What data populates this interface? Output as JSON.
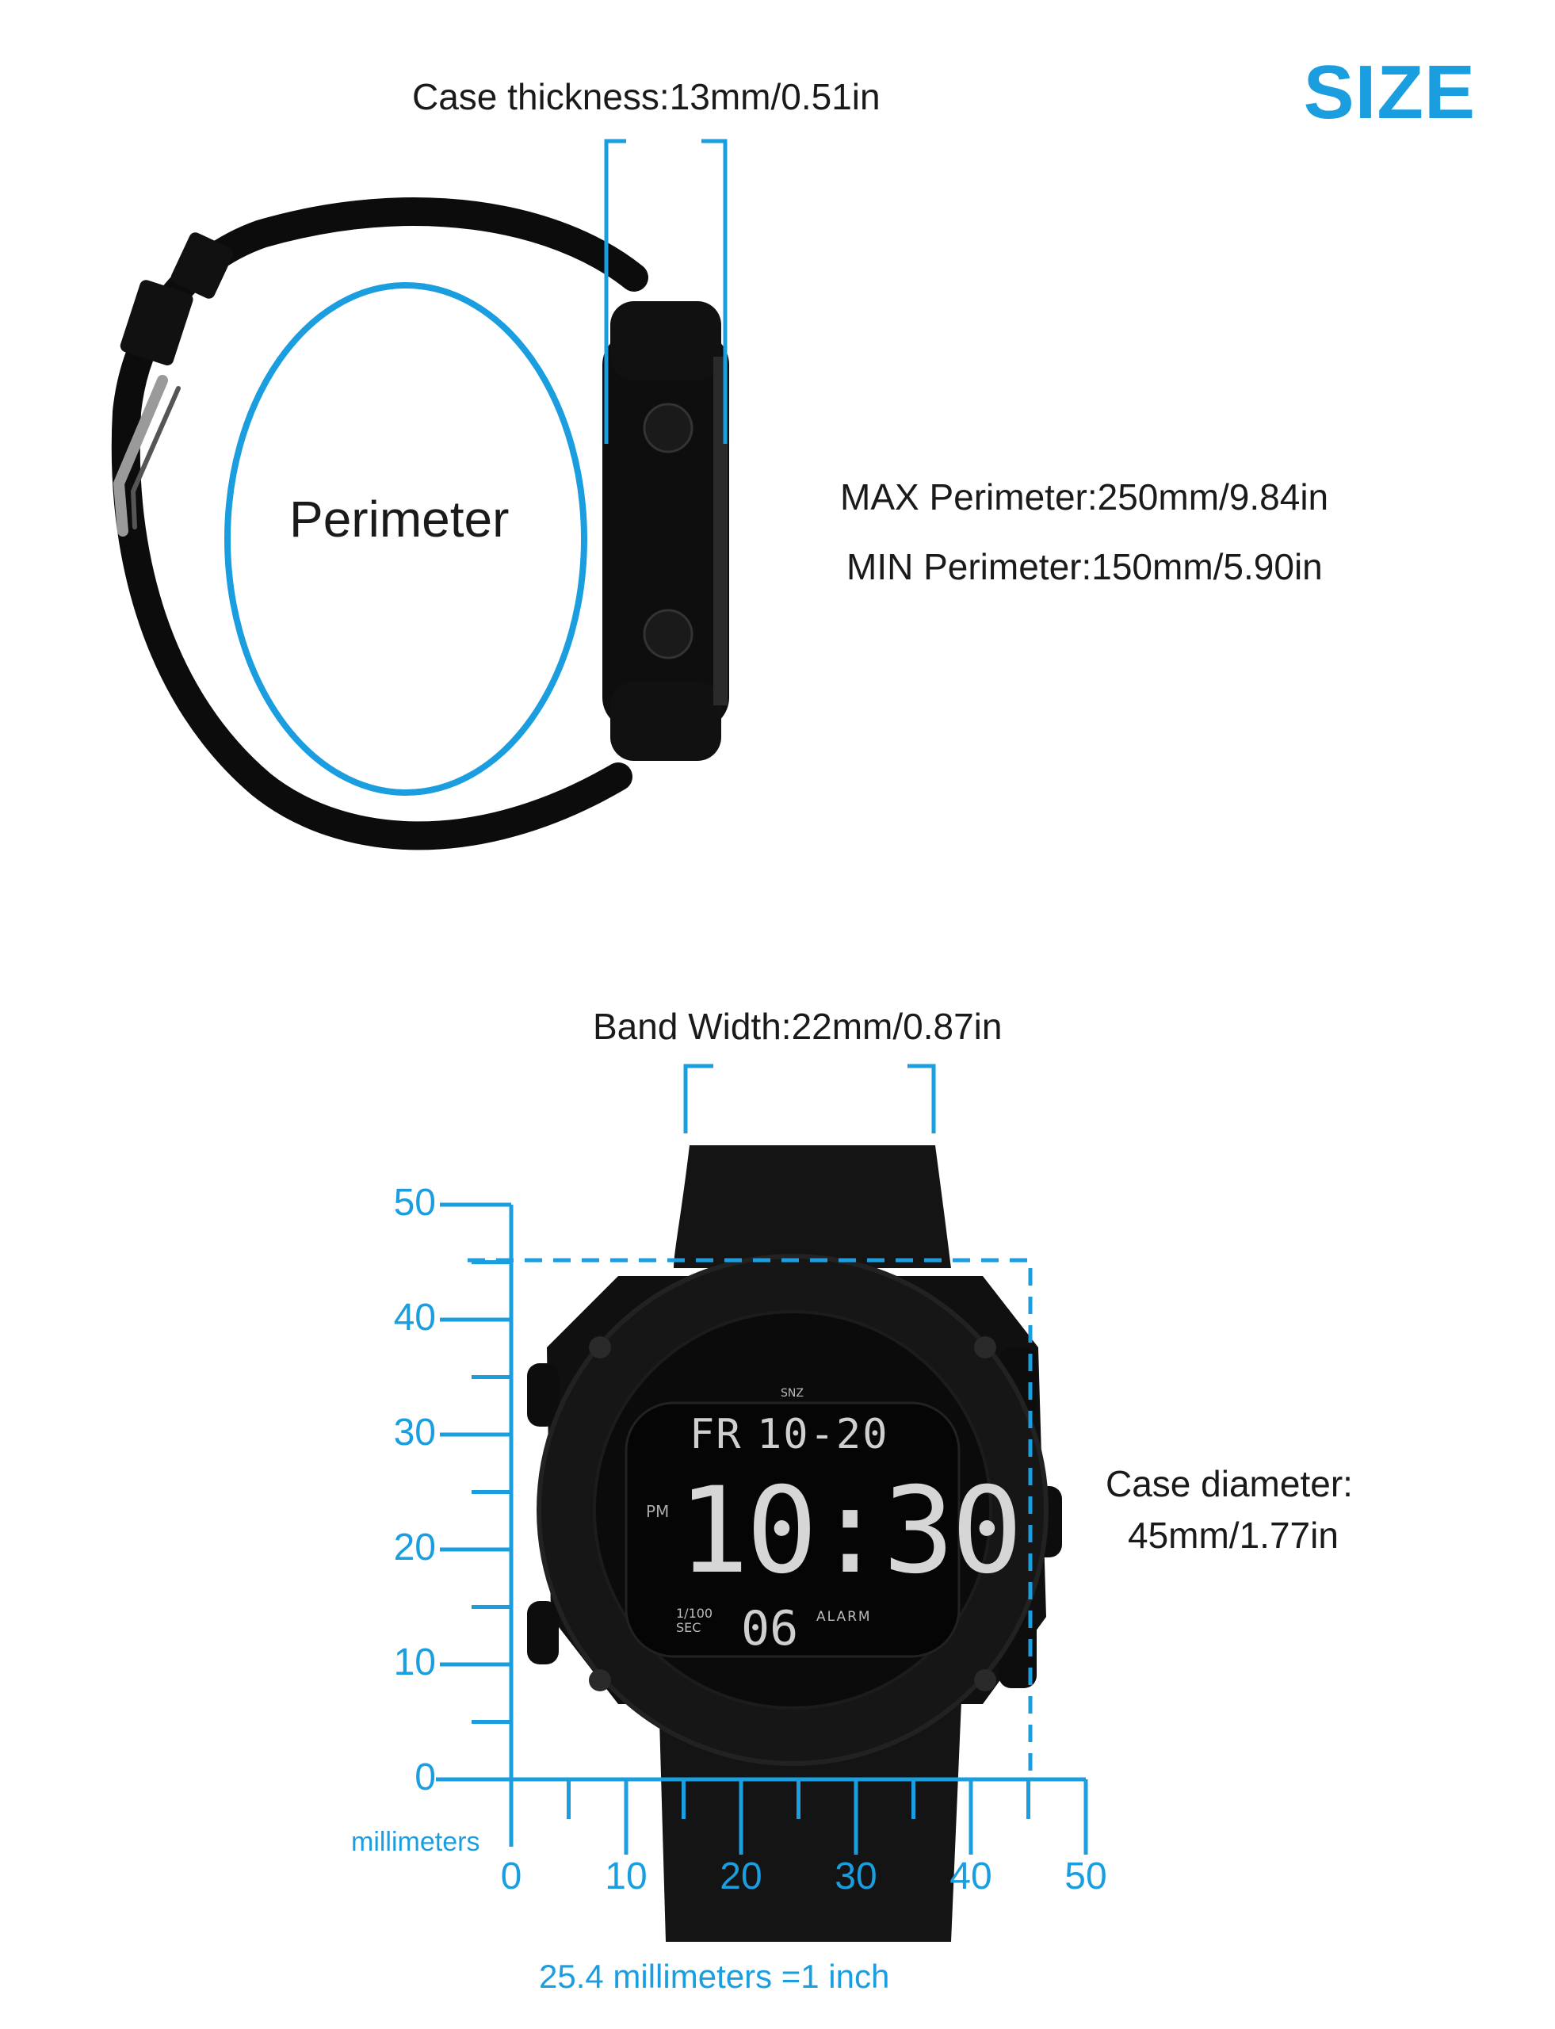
{
  "header": {
    "title": "SIZE",
    "accent_color": "#1a9ee0"
  },
  "side_view": {
    "case_thickness": "Case thickness:13mm/0.51in",
    "perimeter_label": "Perimeter",
    "max_perimeter": "MAX Perimeter:250mm/9.84in",
    "min_perimeter": "MIN Perimeter:150mm/5.90in"
  },
  "front_view": {
    "band_width": "Band Width:22mm/0.87in",
    "case_diameter_line1": "Case diameter:",
    "case_diameter_line2": "45mm/1.77in",
    "watch_display": {
      "brand_mark": "SNZ",
      "top_row_day": "FR",
      "top_row_time": "10-20",
      "main_time": "10:30",
      "pm_label": "PM",
      "sub_label": "1/100\nSEC",
      "seconds": "06",
      "alarm_label": "ALARM"
    }
  },
  "ruler": {
    "unit_label": "millimeters",
    "conversion_note": "25.4 millimeters =1 inch",
    "y_ticks": [
      "0",
      "10",
      "20",
      "30",
      "40",
      "50"
    ],
    "x_ticks": [
      "0",
      "10",
      "20",
      "30",
      "40",
      "50"
    ]
  }
}
